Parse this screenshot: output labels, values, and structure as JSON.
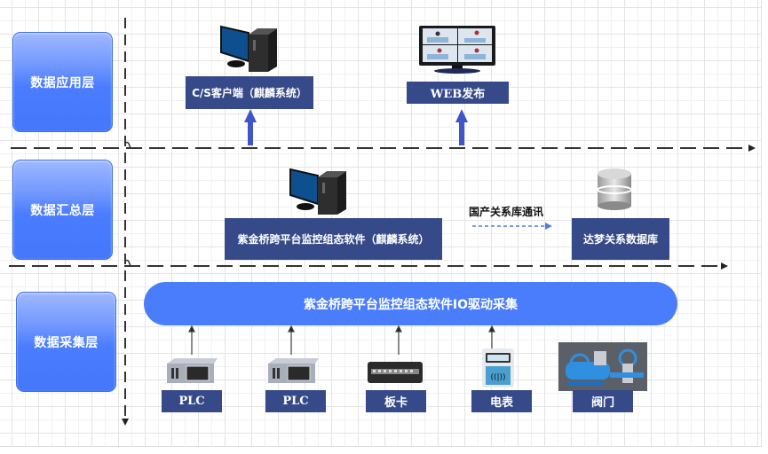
{
  "layers": [
    {
      "label": "数据应用层"
    },
    {
      "label": "数据汇总层"
    },
    {
      "label": "数据采集层"
    }
  ],
  "application": {
    "cs_client": {
      "label": "C/S客户端（麒麟系统）",
      "icon": "desktop-computer-icon"
    },
    "web": {
      "label": "WEB发布",
      "icon": "monitor-icon"
    }
  },
  "aggregation": {
    "software": {
      "label": "紫金桥跨平台监控组态软件（麒麟系统）",
      "icon": "desktop-computer-icon"
    },
    "comm_label": "国产关系库通讯",
    "database": {
      "label": "达梦关系数据库",
      "icon": "database-icon"
    }
  },
  "collection": {
    "io_driver": {
      "label": "紫金桥跨平台监控组态软件IO驱动采集"
    },
    "devices": [
      {
        "label": "PLC",
        "icon": "industrial-pc-icon"
      },
      {
        "label": "PLC",
        "icon": "industrial-pc-icon"
      },
      {
        "label": "板卡",
        "icon": "io-board-icon"
      },
      {
        "label": "电表",
        "icon": "electric-meter-icon"
      },
      {
        "label": "阀门",
        "icon": "valve-icon"
      }
    ]
  },
  "colors": {
    "layer_blue": "#4a7cff",
    "label_navy": "#364a8a",
    "arrow_blue": "#3f55c8"
  }
}
